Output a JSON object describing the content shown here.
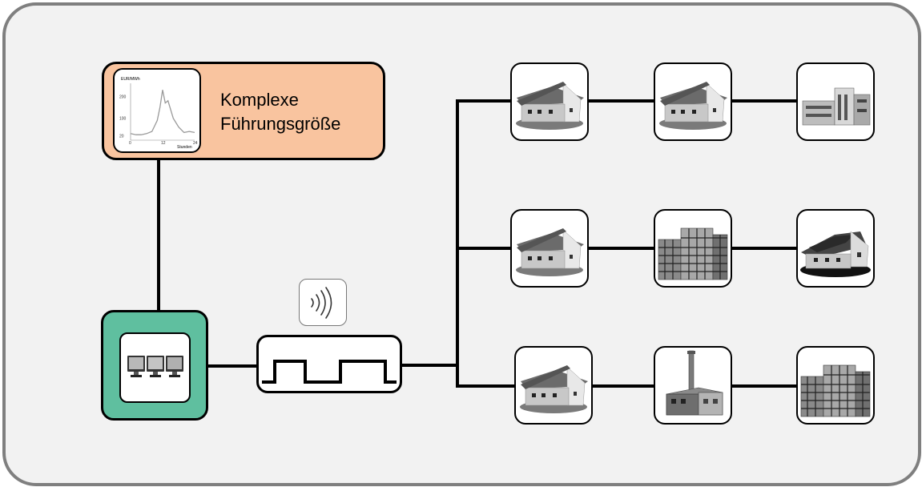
{
  "reference": {
    "label_line1": "Komplexe",
    "label_line2": "Führungsgröße"
  },
  "chart_data": {
    "type": "line",
    "ylabel": "EUR/MWh",
    "xlabel": "Stunden",
    "x_ticks": [
      "0",
      "12",
      "24"
    ],
    "y_ticks": [
      "200",
      "100",
      "20"
    ],
    "x": [
      0,
      2,
      4,
      6,
      8,
      10,
      11,
      12,
      13,
      14,
      16,
      18,
      20,
      22,
      24
    ],
    "values": [
      30,
      25,
      25,
      30,
      40,
      90,
      150,
      230,
      170,
      180,
      100,
      60,
      35,
      40,
      35
    ],
    "xlim": [
      0,
      24
    ],
    "ylim": [
      0,
      260
    ]
  },
  "nodes": [
    {
      "row": 1,
      "col": 1,
      "icon": "house-icon"
    },
    {
      "row": 1,
      "col": 2,
      "icon": "house-icon"
    },
    {
      "row": 1,
      "col": 3,
      "icon": "office-building-icon"
    },
    {
      "row": 2,
      "col": 1,
      "icon": "house-icon"
    },
    {
      "row": 2,
      "col": 2,
      "icon": "tall-building-icon"
    },
    {
      "row": 2,
      "col": 3,
      "icon": "solar-house-icon"
    },
    {
      "row": 3,
      "col": 1,
      "icon": "house-icon"
    },
    {
      "row": 3,
      "col": 2,
      "icon": "factory-icon"
    },
    {
      "row": 3,
      "col": 3,
      "icon": "tall-building-icon"
    }
  ],
  "colors": {
    "reference_fill": "#f9c49f",
    "controller_fill": "#5fbf9f",
    "background": "#f2f2f2",
    "border": "#7f7f7f"
  }
}
